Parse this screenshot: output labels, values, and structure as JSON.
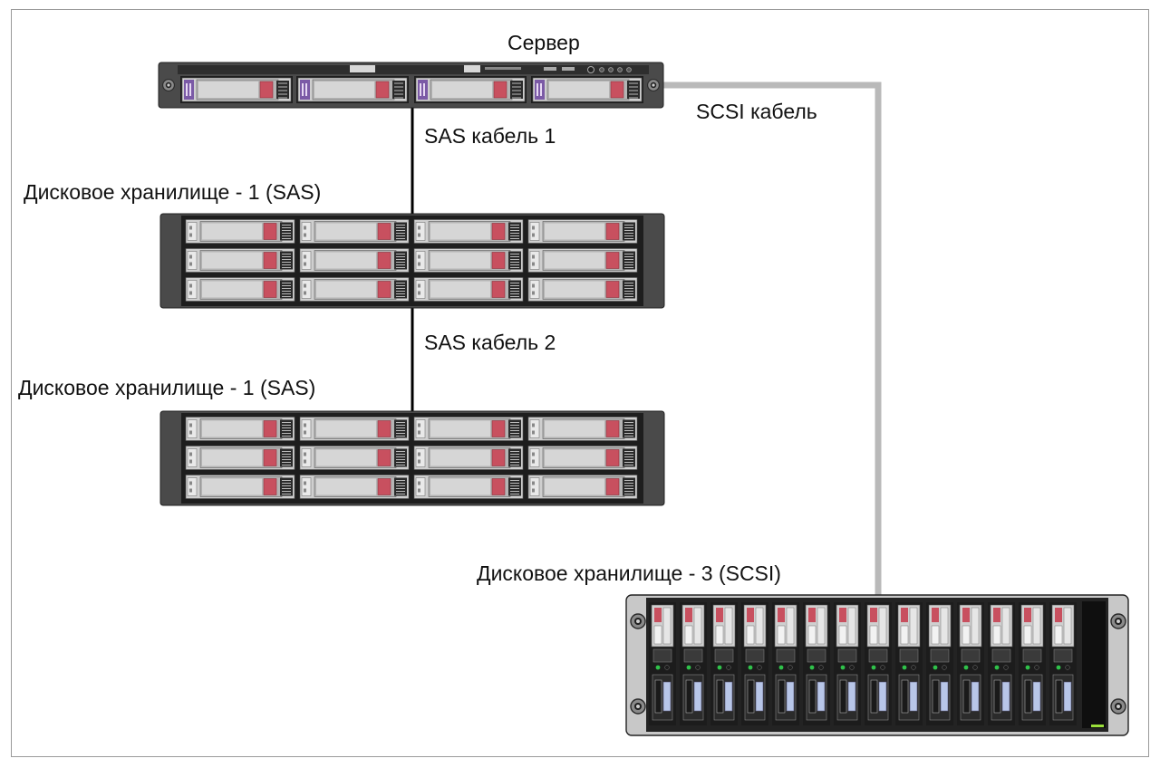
{
  "labels": {
    "server": "Сервер",
    "sas_cable_1": "SAS кабель 1",
    "sas_cable_2": "SAS кабель 2",
    "scsi_cable": "SCSI кабель",
    "storage_1": "Дисковое хранилище - 1 (SAS)",
    "storage_2": "Дисковое хранилище - 1 (SAS)",
    "storage_3": "Дисковое хранилище - 3 (SCSI)"
  },
  "colors": {
    "sas_cable": "#000000",
    "scsi_cable": "#b9b9b9",
    "chassis": "#4a4a4a",
    "drive_bay": "#2b2b2b",
    "drive_face": "#d9d9d9",
    "drive_latch": "#c8505f",
    "server_tag": "#7b5aa6",
    "led_green": "#2fc24a"
  },
  "icons": {
    "server": "rack-server-1u",
    "sas_enclosure": "disk-enclosure-12-bay",
    "scsi_enclosure": "disk-enclosure-14-bay"
  }
}
